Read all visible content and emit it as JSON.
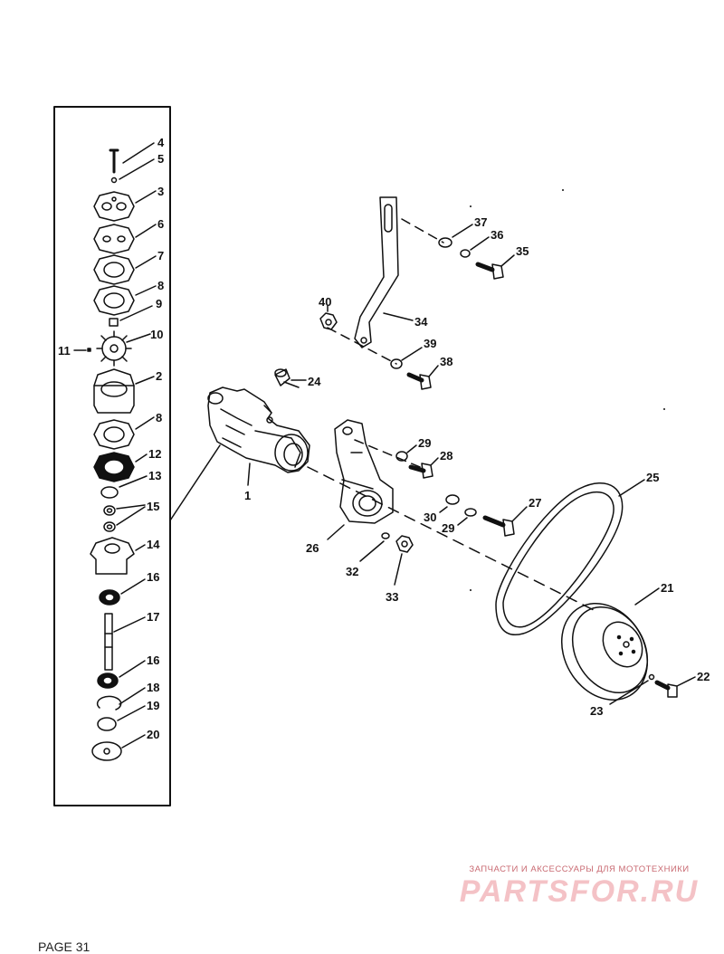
{
  "labels": {
    "l1": "1",
    "l2": "2",
    "l3": "3",
    "l4": "4",
    "l5": "5",
    "l6": "6",
    "l7": "7",
    "l8a": "8",
    "l8b": "8",
    "l9": "9",
    "l10": "10",
    "l11": "11",
    "l12": "12",
    "l13": "13",
    "l14": "14",
    "l15": "15",
    "l16a": "16",
    "l16b": "16",
    "l17": "17",
    "l18": "18",
    "l19": "19",
    "l20": "20",
    "l21": "21",
    "l22": "22",
    "l23": "23",
    "l24": "24",
    "l25": "25",
    "l26": "26",
    "l27": "27",
    "l28": "28",
    "l29a": "29",
    "l29b": "29",
    "l30": "30",
    "l32": "32",
    "l33": "33",
    "l34": "34",
    "l35": "35",
    "l36": "36",
    "l37": "37",
    "l38": "38",
    "l39": "39",
    "l40": "40"
  },
  "watermark": {
    "tagline": "ЗАПЧАСТИ И АКСЕССУАРЫ ДЛЯ МОТОТЕХНИКИ",
    "logo": "PARTSFOR.RU"
  },
  "footer": {
    "page": "PAGE 31"
  },
  "colors": {
    "ink": "#111111",
    "watermark": "#f4c2c6",
    "paper": "#ffffff"
  }
}
